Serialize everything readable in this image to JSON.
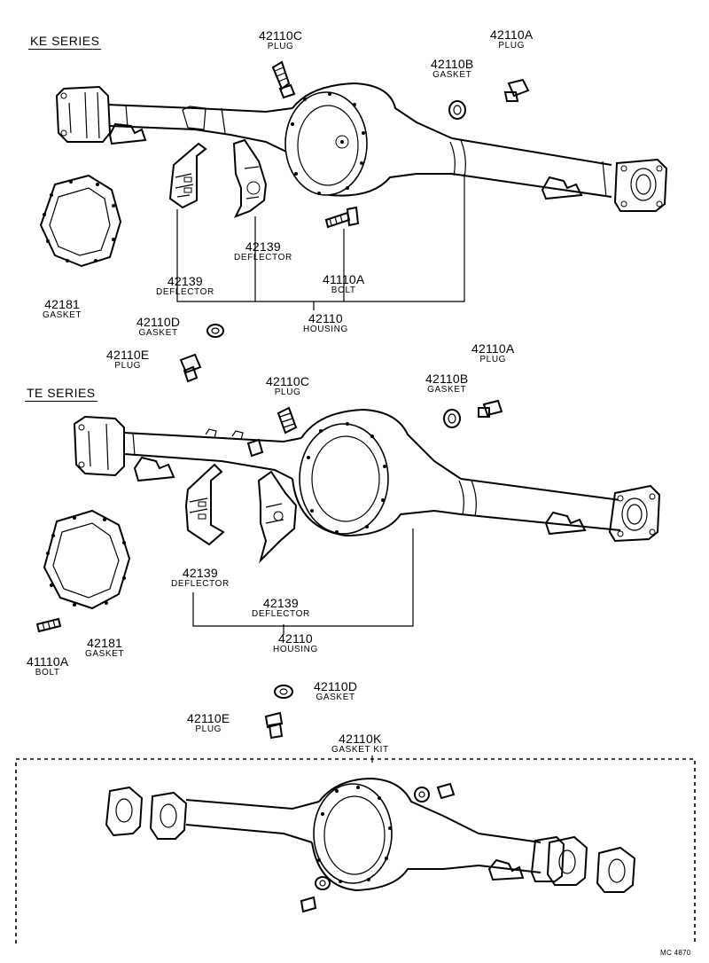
{
  "sections": {
    "ke_title": "KE SERIES",
    "te_title": "TE SERIES"
  },
  "ke": {
    "plug_c": {
      "number": "42110C",
      "name": "PLUG"
    },
    "plug_a": {
      "number": "42110A",
      "name": "PLUG"
    },
    "gasket_b": {
      "number": "42110B",
      "name": "GASKET"
    },
    "deflector_1": {
      "number": "42139",
      "name": "DEFLECTOR"
    },
    "deflector_2": {
      "number": "42139",
      "name": "DEFLECTOR"
    },
    "bolt_a": {
      "number": "41110A",
      "name": "BOLT"
    },
    "gasket_181": {
      "number": "42181",
      "name": "GASKET"
    },
    "housing": {
      "number": "42110",
      "name": "HOUSING"
    },
    "gasket_d": {
      "number": "42110D",
      "name": "GASKET"
    },
    "plug_e": {
      "number": "42110E",
      "name": "PLUG"
    }
  },
  "te": {
    "plug_c": {
      "number": "42110C",
      "name": "PLUG"
    },
    "plug_a": {
      "number": "42110A",
      "name": "PLUG"
    },
    "gasket_b": {
      "number": "42110B",
      "name": "GASKET"
    },
    "deflector_1": {
      "number": "42139",
      "name": "DEFLECTOR"
    },
    "deflector_2": {
      "number": "42139",
      "name": "DEFLECTOR"
    },
    "gasket_181": {
      "number": "42181",
      "name": "GASKET"
    },
    "bolt_a": {
      "number": "41110A",
      "name": "BOLT"
    },
    "housing": {
      "number": "42110",
      "name": "HOUSING"
    },
    "gasket_d": {
      "number": "42110D",
      "name": "GASKET"
    },
    "plug_e": {
      "number": "42110E",
      "name": "PLUG"
    }
  },
  "kit": {
    "number": "42110K",
    "name": "GASKET KIT"
  },
  "drawing_code": "MC 4870"
}
